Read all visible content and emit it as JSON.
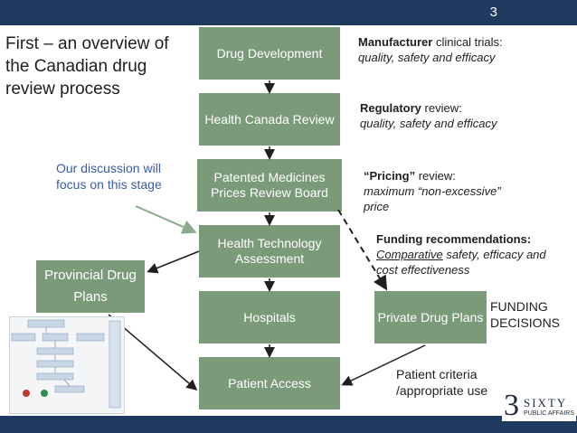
{
  "slide_number": "3",
  "title": "First – an overview of the Canadian drug review process",
  "focus_note": "Our discussion will focus on this stage",
  "boxes": {
    "drug_development": "Drug Development",
    "health_canada": "Health Canada Review",
    "pmprb": "Patented Medicines Prices Review Board",
    "hta": "Health Technology Assessment",
    "hospitals": "Hospitals",
    "patient_access": "Patient Access",
    "provincial": "Provincial Drug Plans",
    "private": "Private Drug Plans"
  },
  "notes": {
    "manufacturer_bold": "Manufacturer",
    "manufacturer_rest": " clinical trials:",
    "manufacturer_italic": "quality, safety and efficacy",
    "regulatory_bold": "Regulatory",
    "regulatory_rest": " review:",
    "regulatory_italic": "quality, safety and efficacy",
    "pricing_bold": "“Pricing”",
    "pricing_rest": " review:",
    "pricing_italic": "maximum “non-excessive” price",
    "funding_rec_bold": "Funding recommendations:",
    "funding_rec_underline": "Comparative",
    "funding_rec_italic": " safety, efficacy and cost effectiveness"
  },
  "funding_decisions": "FUNDING DECISIONS",
  "patient_criteria": "Patient criteria /appropriate use",
  "logo": {
    "numeral": "3",
    "word": "SIXTY",
    "sub": "PUBLIC AFFAIRS"
  },
  "colors": {
    "bar": "#1f3a5f",
    "box": "#7a9a7a",
    "focus_text": "#3b5ba5",
    "arrow": "#8aa88a"
  }
}
